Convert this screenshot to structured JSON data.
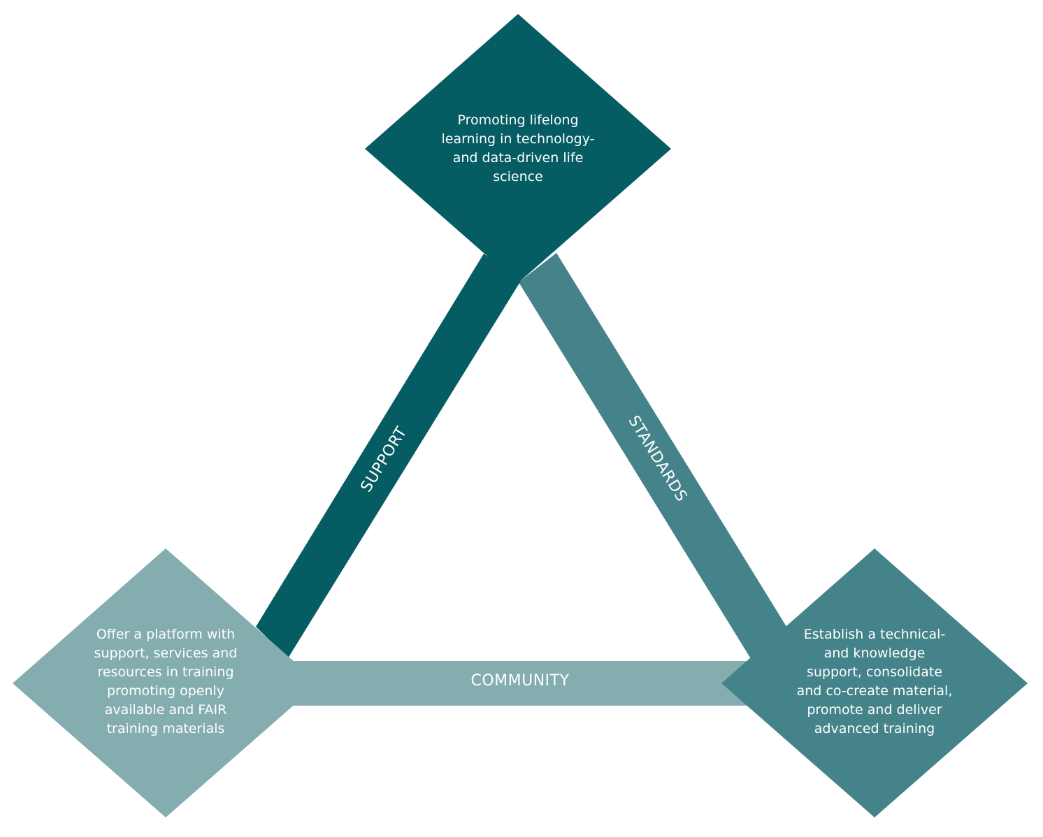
{
  "colors": {
    "dark_teal": "#065c63",
    "mid_teal": "#44838a",
    "light_teal": "#84adb0",
    "text": "#ffffff",
    "background": "#ffffff"
  },
  "nodes": {
    "top": {
      "lines": [
        "Promoting lifelong",
        "learning in technology-",
        "and data-driven life",
        "science"
      ]
    },
    "left": {
      "lines": [
        "Offer a platform with",
        "support, services and",
        "resources in training",
        "promoting openly",
        "available and FAIR",
        "training materials"
      ]
    },
    "right": {
      "lines": [
        "Establish a technical-",
        "and knowledge",
        "support, consolidate",
        "and co-create material,",
        "promote and deliver",
        "advanced training"
      ]
    }
  },
  "edges": {
    "support": {
      "label": "SUPPORT"
    },
    "standards": {
      "label": "STANDARDS"
    },
    "community": {
      "label": "COMMUNITY"
    }
  }
}
